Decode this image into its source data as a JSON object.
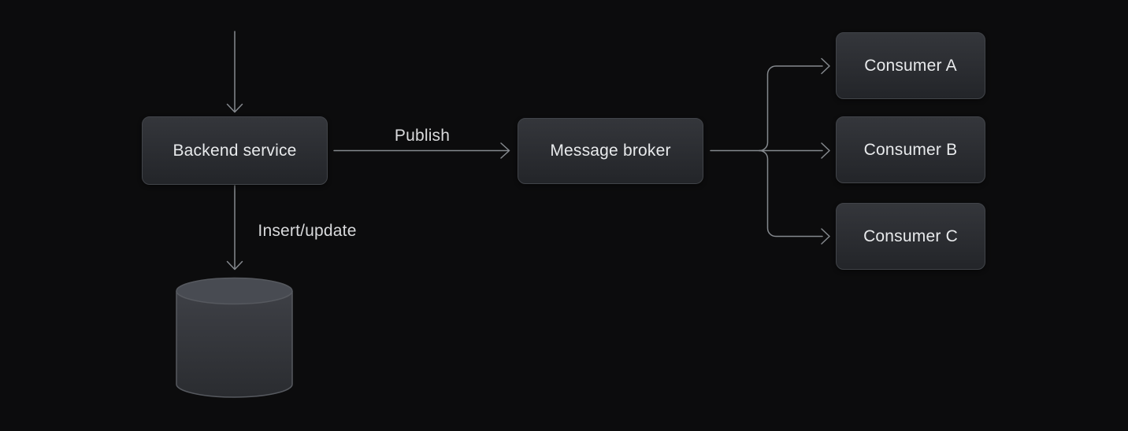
{
  "diagram": {
    "nodes": {
      "backend_service": {
        "label": "Backend service"
      },
      "message_broker": {
        "label": "Message broker"
      },
      "consumer_a": {
        "label": "Consumer A"
      },
      "consumer_b": {
        "label": "Consumer B"
      },
      "consumer_c": {
        "label": "Consumer C"
      },
      "database": {
        "label": "",
        "icon": "database-cylinder-icon"
      }
    },
    "edges": [
      {
        "from": "external",
        "to": "backend_service",
        "label": ""
      },
      {
        "from": "backend_service",
        "to": "message_broker",
        "label": "Publish"
      },
      {
        "from": "backend_service",
        "to": "database",
        "label": "Insert/update"
      },
      {
        "from": "message_broker",
        "to": "consumer_a",
        "label": ""
      },
      {
        "from": "message_broker",
        "to": "consumer_b",
        "label": ""
      },
      {
        "from": "message_broker",
        "to": "consumer_c",
        "label": ""
      }
    ],
    "colors": {
      "background": "#0c0c0d",
      "node_fill_top": "#34363b",
      "node_fill_bottom": "#232529",
      "node_border": "#414449",
      "node_text": "#e8eaec",
      "connector": "#85898e",
      "edge_label_text": "#d9dadc",
      "cylinder_top": "#484b52",
      "cylinder_body_top": "#3e4046",
      "cylinder_body_bottom": "#2a2c30",
      "cylinder_outline": "#56595f"
    }
  }
}
